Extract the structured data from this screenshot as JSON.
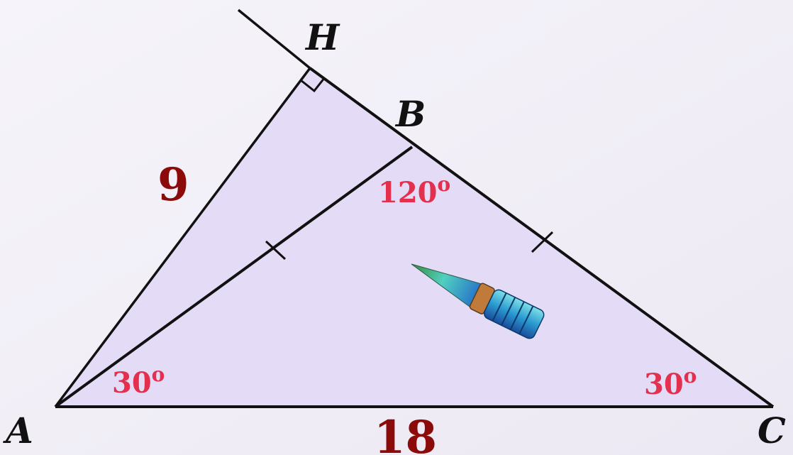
{
  "points": {
    "A": "A",
    "B": "B",
    "C": "C",
    "H": "H"
  },
  "lengths": {
    "AH": "9",
    "AC": "18"
  },
  "angles": {
    "A": "30",
    "B": "120",
    "C": "30",
    "degree_mark": "o"
  },
  "colors": {
    "background": "#f3f0f8",
    "triangle_fill": "#e4dcf6",
    "line": "#111111",
    "length_label": "#8b0a0a",
    "angle_label": "#e3304f"
  },
  "icons": {
    "decoration": "pencil-icon"
  }
}
